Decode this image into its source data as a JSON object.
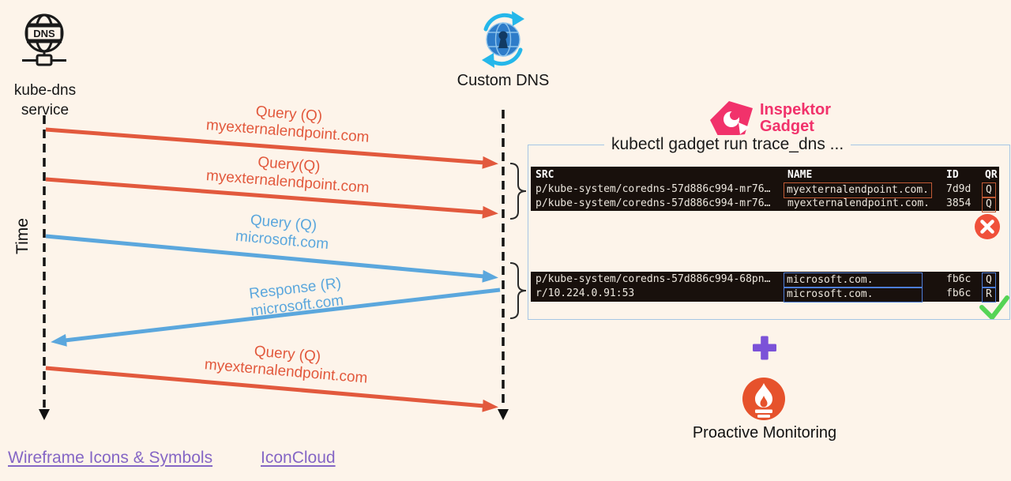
{
  "page": {
    "background": "#fdf4ea"
  },
  "actors": {
    "kube_dns": {
      "icon": "dns-globe-icon",
      "dns_badge": "DNS",
      "label_line1": "kube-dns",
      "label_line2": "service"
    },
    "custom_dns": {
      "icon": "globe-sync-icon",
      "label": "Custom DNS"
    }
  },
  "time_axis": {
    "label": "Time"
  },
  "messages": [
    {
      "kind": "query",
      "color": "#e2593d",
      "line1": "Query (Q)",
      "line2": "myexternalendpoint.com",
      "direction": "to-custom-dns"
    },
    {
      "kind": "query",
      "color": "#e2593d",
      "line1": "Query(Q)",
      "line2": "myexternalendpoint.com",
      "direction": "to-custom-dns"
    },
    {
      "kind": "query",
      "color": "#5ba7dd",
      "line1": "Query (Q)",
      "line2": "microsoft.com",
      "direction": "to-custom-dns"
    },
    {
      "kind": "response",
      "color": "#5ba7dd",
      "line1": "Response (R)",
      "line2": "microsoft.com",
      "direction": "to-kube-dns"
    },
    {
      "kind": "query",
      "color": "#e2593d",
      "line1": "Query (Q)",
      "line2": "myexternalendpoint.com",
      "direction": "to-custom-dns"
    }
  ],
  "inspektor_gadget": {
    "logo_icon": "inspektor-gadget-logo",
    "brand_line1": "Inspektor",
    "brand_line2": "Gadget",
    "command_title": "kubectl gadget run trace_dns ..."
  },
  "terminal_top": {
    "headers": {
      "src": "SRC",
      "name": "NAME",
      "id": "ID",
      "qr": "QR"
    },
    "rows": [
      {
        "src": "p/kube-system/coredns-57d886c994-mr76…",
        "name": "myexternalendpoint.com.",
        "id": "7d9d",
        "qr": "Q"
      },
      {
        "src": "p/kube-system/coredns-57d886c994-mr76…",
        "name": "myexternalendpoint.com.",
        "id": "3854",
        "qr": "Q"
      }
    ],
    "status_icon": "error-circle-icon",
    "status_color": "#f0503a"
  },
  "terminal_bottom": {
    "rows": [
      {
        "src": "p/kube-system/coredns-57d886c994-68pn…",
        "name": "microsoft.com.",
        "id": "fb6c",
        "qr": "Q"
      },
      {
        "src": "r/10.224.0.91:53",
        "name": "microsoft.com.",
        "id": "fb6c",
        "qr": "R"
      }
    ],
    "status_icon": "success-check-icon",
    "status_color": "#55d455"
  },
  "monitoring": {
    "plus_icon": "plus-icon",
    "plus_color": "#7b52d8",
    "prometheus_icon": "prometheus-flame-icon",
    "prometheus_color": "#e6522c",
    "label": "Proactive Monitoring"
  },
  "footer": {
    "links": [
      {
        "label": "Wireframe Icons & Symbols"
      },
      {
        "label": "IconCloud"
      }
    ]
  },
  "colors": {
    "query_orange": "#e2593d",
    "dns_blue": "#5ba7dd",
    "brand_pink": "#f1326b",
    "link_purple": "#8566c5",
    "terminal_background": "#18100c",
    "gadget_box_border": "#a5c6e4"
  }
}
